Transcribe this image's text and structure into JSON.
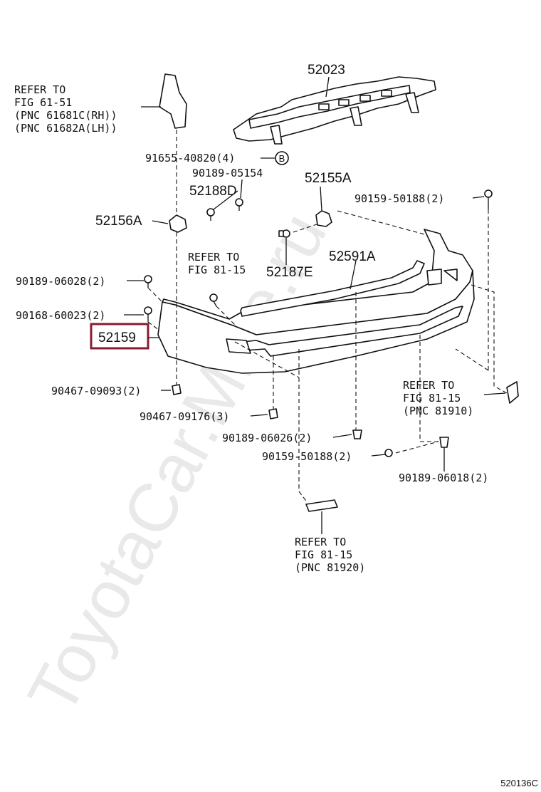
{
  "watermark": "ToyotaCar.Mine.ru",
  "figure_code": "520136C",
  "callout_marker": "B",
  "part_numbers": {
    "p52023": "52023",
    "p52155A": "52155A",
    "p52188D": "52188D",
    "p52156A": "52156A",
    "p52591A": "52591A",
    "p52187E": "52187E",
    "p52159": "52159"
  },
  "fasteners": {
    "f91655": "91655-40820(4)",
    "f90189_05154": "90189-05154",
    "f90159_50188_top": "90159-50188(2)",
    "f90189_06028": "90189-06028(2)",
    "f90168": "90168-60023(2)",
    "f90467_09093": "90467-09093(2)",
    "f90467_09176": "90467-09176(3)",
    "f90189_06026": "90189-06026(2)",
    "f90159_50188_bot": "90159-50188(2)",
    "f90189_06018": "90189-06018(2)"
  },
  "refers": {
    "ref_61_51": [
      "REFER TO",
      "FIG 61-51",
      "(PNC 61681C(RH))",
      "(PNC 61682A(LH))"
    ],
    "ref_81_15_mid": [
      "REFER TO",
      "FIG 81-15"
    ],
    "ref_81910": [
      "REFER TO",
      "FIG 81-15",
      "(PNC 81910)"
    ],
    "ref_81920": [
      "REFER TO",
      "FIG 81-15",
      "(PNC 81920)"
    ]
  },
  "highlight_color": "#8b1a2e"
}
